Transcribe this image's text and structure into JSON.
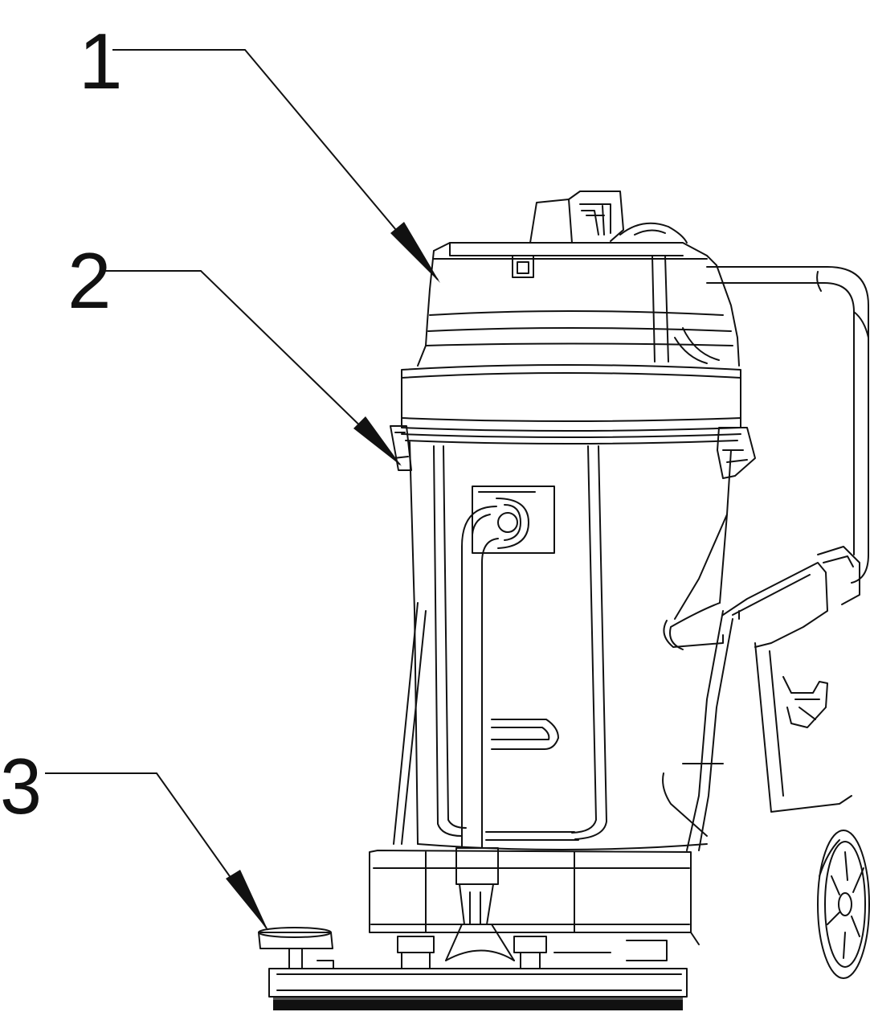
{
  "callouts": [
    {
      "label": "1"
    },
    {
      "label": "2"
    },
    {
      "label": "3"
    }
  ],
  "colors": {
    "line": "#111111",
    "background": "#ffffff"
  }
}
